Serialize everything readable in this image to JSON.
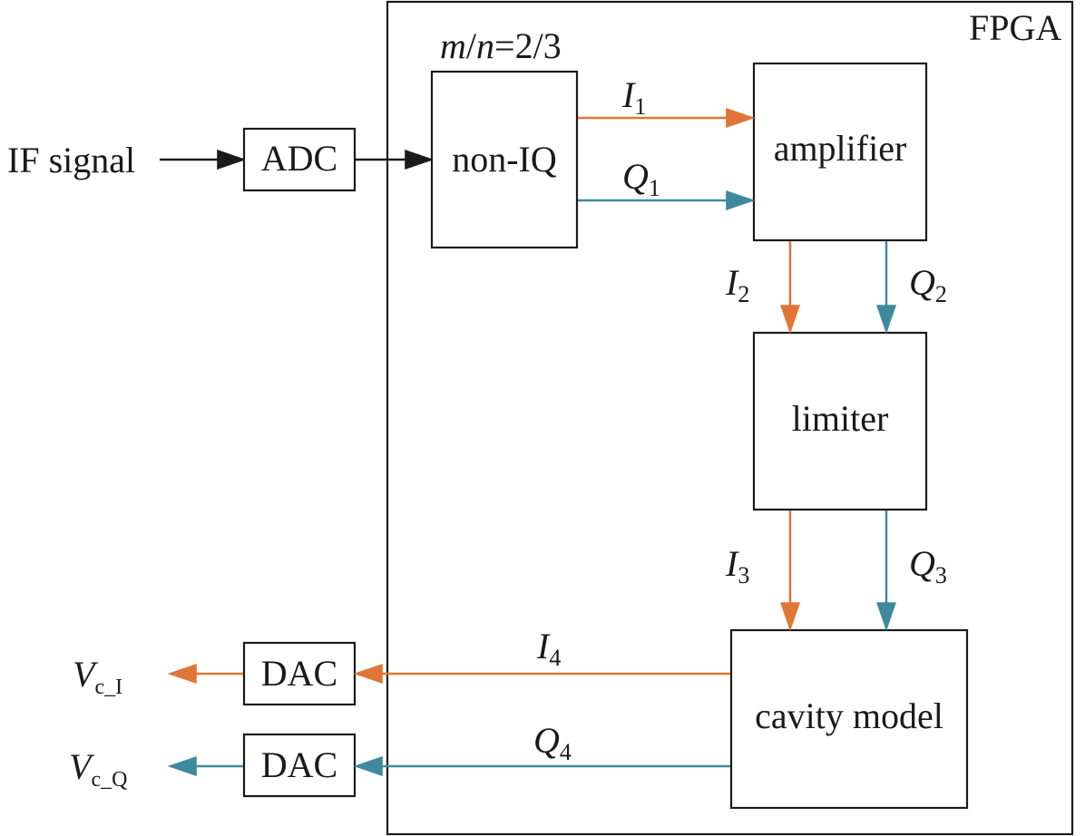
{
  "colors": {
    "i_channel": "#E07535",
    "q_channel": "#3E8A9C",
    "line": "#1a1a1a"
  },
  "fpga": {
    "label": "FPGA"
  },
  "input": {
    "label": "IF signal"
  },
  "ratio": {
    "m": "m",
    "slash1": "/",
    "n": "n",
    "rest": "=2/3"
  },
  "blocks": {
    "adc": "ADC",
    "non_iq": "non-IQ",
    "amplifier": "amplifier",
    "limiter": "limiter",
    "cavity_model": "cavity model",
    "dac_i": "DAC",
    "dac_q": "DAC"
  },
  "signals": {
    "i1": {
      "main": "I",
      "sub": "1"
    },
    "q1": {
      "main": "Q",
      "sub": "1"
    },
    "i2": {
      "main": "I",
      "sub": "2"
    },
    "q2": {
      "main": "Q",
      "sub": "2"
    },
    "i3": {
      "main": "I",
      "sub": "3"
    },
    "q3": {
      "main": "Q",
      "sub": "3"
    },
    "i4": {
      "main": "I",
      "sub": "4"
    },
    "q4": {
      "main": "Q",
      "sub": "4"
    }
  },
  "outputs": {
    "vci": {
      "main": "V",
      "sub": "c_I"
    },
    "vcq": {
      "main": "V",
      "sub": "c_Q"
    }
  }
}
